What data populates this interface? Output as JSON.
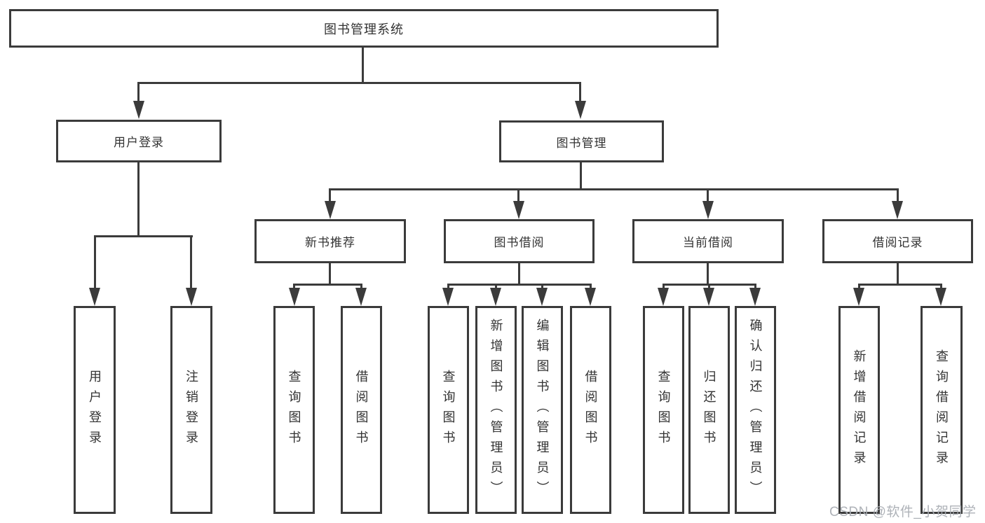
{
  "diagram": {
    "type": "tree",
    "colors": {
      "line": "#3b3b3b",
      "text": "#333333",
      "background": "#ffffff",
      "watermark": "#aaaeb4"
    },
    "tree": {
      "label": "图书管理系统",
      "children": [
        {
          "label": "用户登录",
          "children": [
            {
              "label": "用户登录"
            },
            {
              "label": "注销登录"
            }
          ]
        },
        {
          "label": "图书管理",
          "children": [
            {
              "label": "新书推荐",
              "children": [
                {
                  "label": "查询图书"
                },
                {
                  "label": "借阅图书"
                }
              ]
            },
            {
              "label": "图书借阅",
              "children": [
                {
                  "label": "查询图书"
                },
                {
                  "label": "新增图书（管理员）"
                },
                {
                  "label": "编辑图书（管理员）"
                },
                {
                  "label": "借阅图书"
                }
              ]
            },
            {
              "label": "当前借阅",
              "children": [
                {
                  "label": "查询图书"
                },
                {
                  "label": "归还图书"
                },
                {
                  "label": "确认归还（管理员）"
                }
              ]
            },
            {
              "label": "借阅记录",
              "children": [
                {
                  "label": "新增借阅记录"
                },
                {
                  "label": "查询借阅记录"
                }
              ]
            }
          ]
        }
      ]
    },
    "watermark": {
      "text": "CSDN @软件_小贺同学"
    }
  }
}
